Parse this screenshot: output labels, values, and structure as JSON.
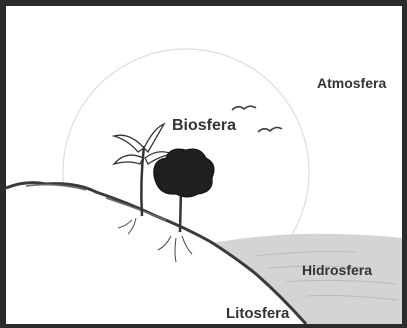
{
  "diagram": {
    "labels": {
      "atmosfera": "Atmosfera",
      "biosfera": "Biosfera",
      "hidrosfera": "Hidrosfera",
      "litosfera": "Litosfera"
    },
    "colors": {
      "frame": "#2b2b2b",
      "background": "#ffffff",
      "text": "#333333",
      "ground": "#3a3a3a",
      "water": "#cfd3d2",
      "tree": "#1f1f1f"
    },
    "icons": [
      "palm-plant-icon",
      "tree-icon",
      "bird-icon",
      "bird-icon"
    ]
  }
}
